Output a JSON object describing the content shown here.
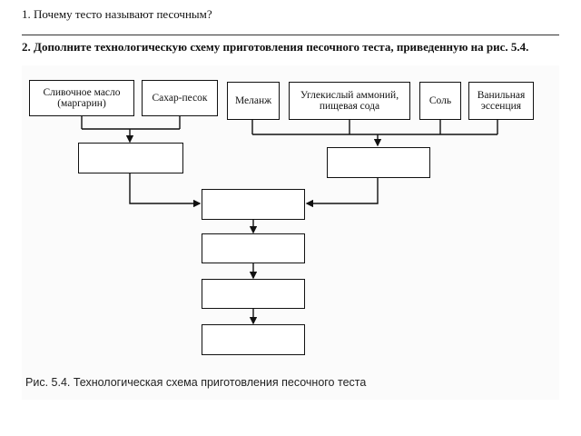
{
  "questions": {
    "q1": "1. Почему тесто называют песочным?",
    "q2": "2. Дополните технологическую схему приготовления песочного теста, приведенную на рис. 5.4."
  },
  "ingredients": {
    "butter": {
      "line1": "Сливочное масло",
      "line2": "(маргарин)"
    },
    "sugar": "Сахар-песок",
    "melange": "Меланж",
    "ammonium": {
      "line1": "Углекислый аммоний,",
      "line2": "пищевая сода"
    },
    "salt": "Соль",
    "vanilla": {
      "line1": "Ванильная",
      "line2": "эссенция"
    }
  },
  "caption": "Рис. 5.4. Технологическая схема приготовления песочного теста"
}
